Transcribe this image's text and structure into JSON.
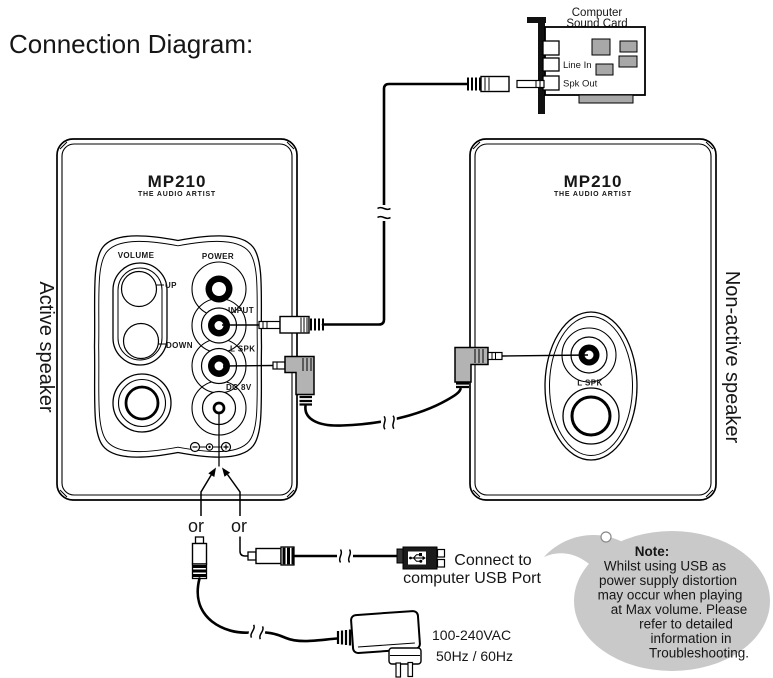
{
  "title": "Connection Diagram:",
  "sound_card": {
    "label_line1": "Computer",
    "label_line2": "Sound Card",
    "line_in": "Line In",
    "spk_out": "Spk Out"
  },
  "active_speaker": {
    "side_label": "Active speaker",
    "model": "MP210",
    "tagline": "THE AUDIO ARTIST",
    "volume_label": "VOLUME",
    "power_label": "POWER",
    "up_label": "UP",
    "down_label": "DOWN",
    "input_label": "INPUT",
    "l_spk_label": "L SPK",
    "dc_label": "DC 8V"
  },
  "non_active_speaker": {
    "side_label": "Non-active speaker",
    "model": "MP210",
    "tagline": "THE AUDIO ARTIST",
    "l_spk_label": "L SPK"
  },
  "power_options": {
    "or_left": "or",
    "or_right": "or",
    "usb_caption_line1": "Connect to",
    "usb_caption_line2": "computer USB Port",
    "adapter_spec_line1": "100-240VAC",
    "adapter_spec_line2": "50Hz / 60Hz"
  },
  "note_bubble": {
    "heading": "Note:",
    "lines": [
      "Whilst using USB as",
      "power supply distortion",
      "may occur when playing",
      "at Max volume. Please",
      "refer to detailed",
      "information in",
      "Troubleshooting."
    ]
  },
  "colors": {
    "bubble_gray": "#c9c9c9",
    "plug_gray": "#b3b3b3",
    "chip_gray": "#a8a8a8",
    "ink": "#161616"
  }
}
